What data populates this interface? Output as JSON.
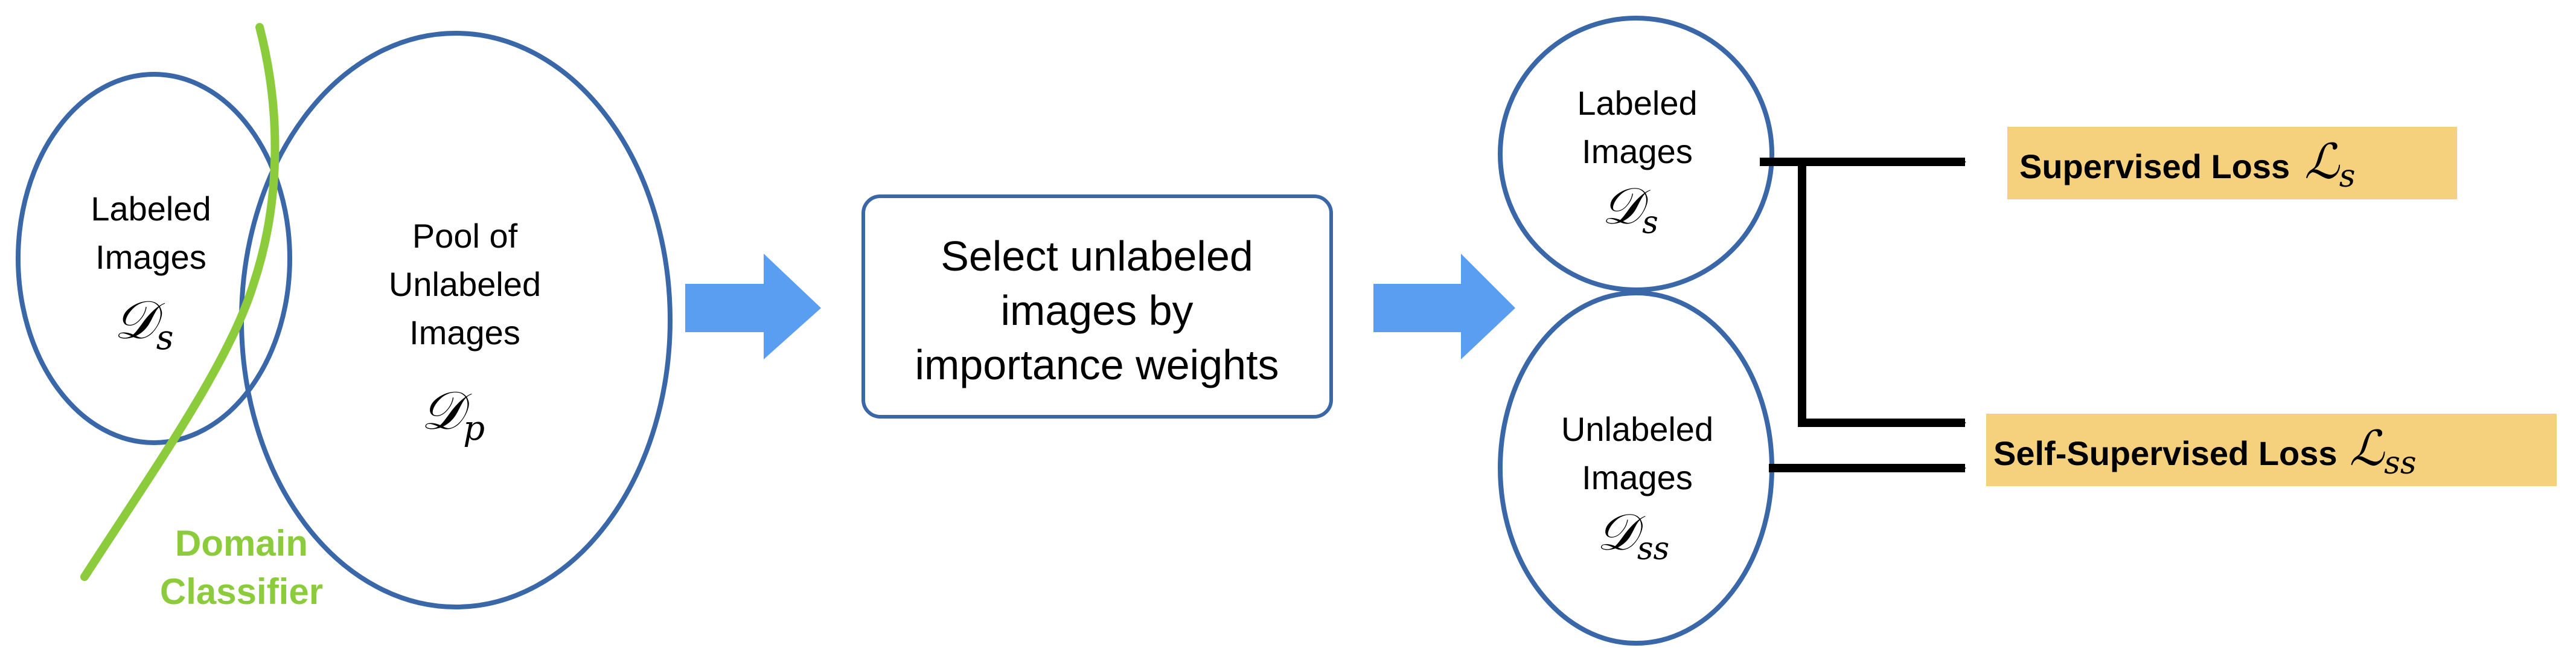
{
  "colors": {
    "ellipse_stroke": "#3a67a8",
    "arrow_fill": "#5a9ef2",
    "classifier": "#8ccc3c",
    "loss_fill": "#f5d17e",
    "box_stroke": "#3a67a8"
  },
  "left_group": {
    "labeled": {
      "line1": "Labeled",
      "line2": "Images",
      "symbol": "𝒟",
      "sub": "s"
    },
    "pool": {
      "line1": "Pool of",
      "line2": "Unlabeled",
      "line3": "Images",
      "symbol": "𝒟",
      "sub": "p"
    },
    "classifier": {
      "line1": "Domain",
      "line2": "Classifier"
    }
  },
  "middle_box": {
    "line1": "Select unlabeled",
    "line2": "images by",
    "line3": "importance weights"
  },
  "right_group": {
    "labeled": {
      "line1": "Labeled",
      "line2": "Images",
      "symbol": "𝒟",
      "sub": "s"
    },
    "unlabeled": {
      "line1": "Unlabeled",
      "line2": "Images",
      "symbol": "𝒟",
      "sub": "ss"
    }
  },
  "losses": {
    "supervised": {
      "text": "Supervised Loss",
      "symbol": "ℒ",
      "sub": "s"
    },
    "self_supervised": {
      "text": "Self-Supervised Loss",
      "symbol": "ℒ",
      "sub": "ss"
    }
  }
}
